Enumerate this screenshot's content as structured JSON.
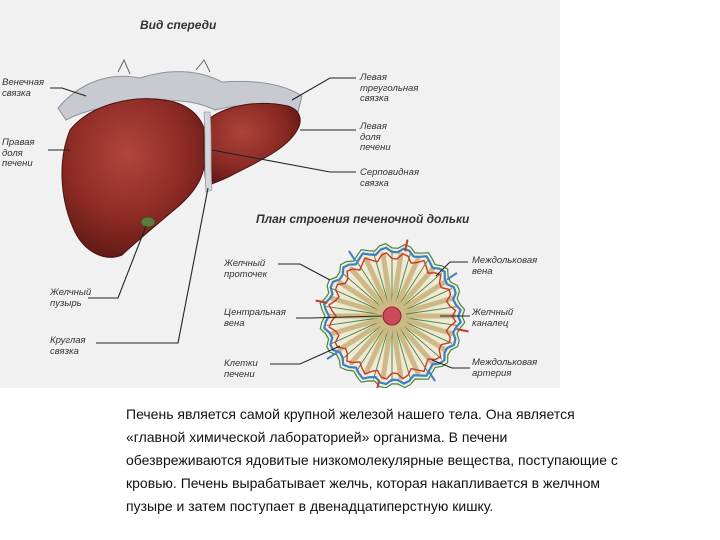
{
  "figure": {
    "title_front_view": "Вид спереди",
    "title_lobule_plan": "План строения печеночной дольки",
    "labels": {
      "coronary_ligament": "Венечная\nсвязка",
      "right_lobe": "Правая\nдоля\nпечени",
      "gallbladder": "Желчный\nпузырь",
      "round_ligament": "Круглая\nсвязка",
      "left_triangular_ligament": "Левая\nтреугольная\nсвязка",
      "left_lobe": "Левая\nдоля\nпечени",
      "falciform_ligament": "Серповидная\nсвязка",
      "bile_ductule": "Желчный\nпроточек",
      "central_vein": "Центральная\nвена",
      "liver_cells": "Клетки\nпечени",
      "interlobular_vein": "Междольковая\nвена",
      "bile_canal": "Желчный\nканалец",
      "interlobular_artery": "Междольковая\nартерия"
    }
  },
  "caption": "Печень является самой крупной железой нашего тела. Она является\n«главной химической лабораторией» организма. В печени\nобезвреживаются ядовитые низкомолекулярные вещества, поступающие с\nкровью. Печень вырабатывает желчь, которая накапливается в желчном\nпузыре и затем поступает в двенадцатиперстную кишку.",
  "colors": {
    "liver": "#8b2a24",
    "ligament": "#b9bcc3",
    "vein": "#3e7fc0",
    "artery": "#c83a2c",
    "bile": "#3f8a3a",
    "cells": "#cdb985",
    "central_vein": "#cc4a5a"
  }
}
